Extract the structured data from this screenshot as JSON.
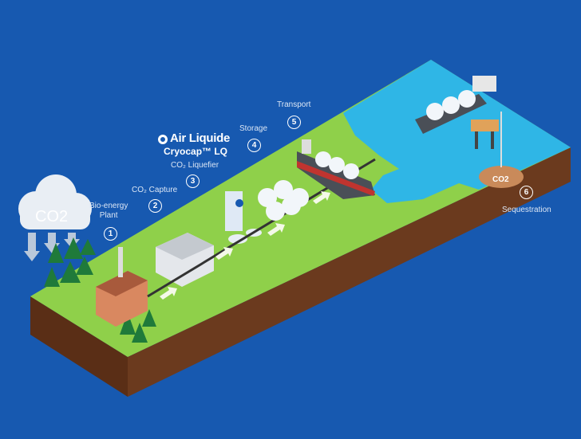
{
  "brand": {
    "name": "Air Liquide",
    "product": "Cryocap™ LQ"
  },
  "steps": [
    {
      "number": "1",
      "label_line1": "Bio-energy",
      "label_line2": "Plant"
    },
    {
      "number": "2",
      "label": "CO₂ Capture"
    },
    {
      "number": "3",
      "label": "CO₂ Liquefier"
    },
    {
      "number": "4",
      "label": "Storage"
    },
    {
      "number": "5",
      "label": "Transport"
    },
    {
      "number": "6",
      "label": "Sequestration"
    }
  ],
  "cloud_label": "CO2",
  "reservoir_label": "CO2",
  "colors": {
    "background": "#1759b0",
    "grass": "#8fd04a",
    "water": "#2fb6e6",
    "soil": "#6b3a1e"
  }
}
